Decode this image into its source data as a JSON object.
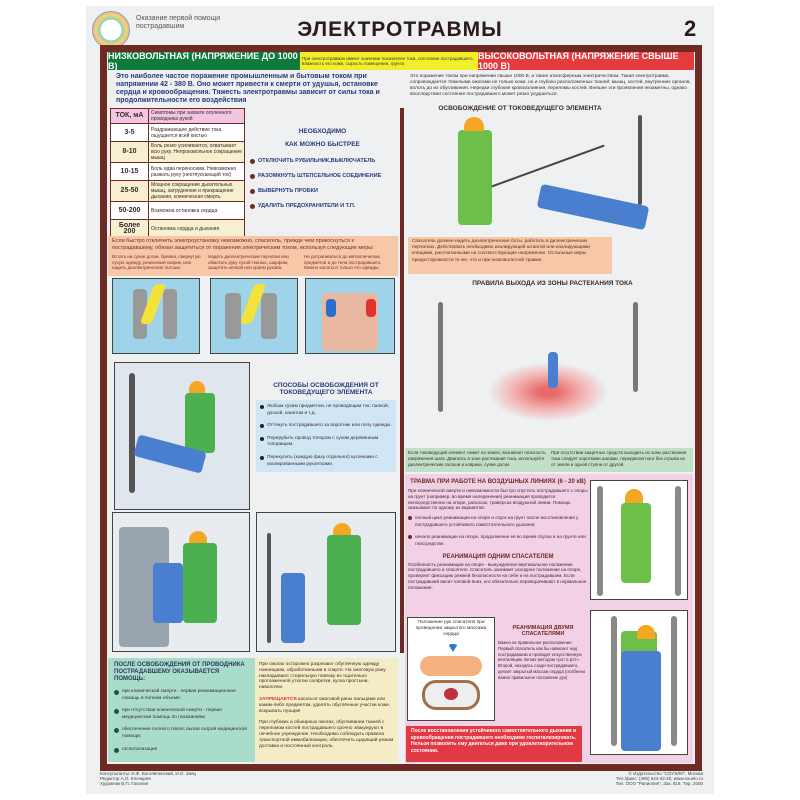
{
  "header": {
    "subtitle": "Оказание первой помощи пострадавшим",
    "title": "ЭЛЕКТРОТРАВМЫ",
    "page_number": "2"
  },
  "bands": {
    "low": "НИЗКОВОЛЬТНАЯ (НАПРЯЖЕНИЕ ДО 1000 В)",
    "note": "При электротравмах имеют значение показатели тока, состояние пострадавшего, влажность его кожи, сырость помещения, грунта",
    "high": "ВЫСОКОВОЛЬТНАЯ (НАПРЯЖЕНИЕ СВЫШЕ 1000 В)"
  },
  "low": {
    "intro": "Это наиболее частое поражение промышленным и бытовым током при напряжении 42 - 380 В. Оно может привести к смерти от удушья, остановке сердца и кровообращения. Тяжесть электротравмы зависит от силы тока и продолжительности его воздействия",
    "table": {
      "headers": [
        "ТОК, мА",
        "Симптомы при захвате оголенного проводника рукой"
      ],
      "rows": [
        [
          "3-5",
          "Раздражающее действие тока ощущается всей кистью"
        ],
        [
          "8-10",
          "Боль резко усиливается, охватывает всю руку. Непроизвольное сокращение мышц"
        ],
        [
          "10-15",
          "Боль едва переносима. Невозможно разжать руку (неотпускающий ток)"
        ],
        [
          "25-50",
          "Мощное сокращение дыхательных мышц, затруднение и прекращение дыхания, клиническая смерть"
        ],
        [
          "50-200",
          "Возможна остановка сердца"
        ],
        [
          "Более 200",
          "Остановка сердца и дыхания"
        ]
      ]
    },
    "urgent": {
      "title1": "НЕОБХОДИМО",
      "title2": "КАК МОЖНО БЫСТРЕЕ",
      "items": [
        "ОТКЛЮЧИТЬ РУБИЛЬНИК,ВЫКЛЮЧАТЕЛЬ",
        "РАЗОМКНУТЬ ШТЕПСЕЛЬНОЕ СОЕДИНЕНИЕ",
        "ВЫВЕРНУТЬ ПРОБКИ",
        "УДАЛИТЬ ПРЕДОХРАНИТЕЛИ И Т.П."
      ]
    },
    "protect": {
      "intro": "Если быстро отключить электроустановку невозможно, спасатель, прежде чем прикоснуться к пострадавшему, обязан защититься от поражения электрическим током, используя следующие меры:",
      "items": [
        "Встать на сухие доски, бревна, свернутую сухую одежду, резиновый коврик, или надеть диэлектрические галоши.",
        "Надеть диэлектрические перчатки или обмотать руку сухой тканью, шарфом, защитить кепкой или краем рукава.",
        "Не дотрагиваться до металлических предметов и до тела пострадавшего. Можно касаться только его одежды."
      ]
    },
    "methods": {
      "title": "СПОСОБЫ ОСВОБОЖДЕНИЯ ОТ ТОКОВЕДУЩЕГО ЭЛЕМЕНТА",
      "items": [
        "Любым сухим предметом, не проводящим ток: палкой, доской, канатом и т.д.",
        "Оттянуть пострадавшего за воротник или полу одежды.",
        "Перерубить провод топором с сухим деревянным топорищем.",
        "Перекусить (каждую фазу отдельно!) кусачками с изолированными рукоятками."
      ]
    },
    "after": {
      "title": "ПОСЛЕ ОСВОБОЖДЕНИЯ ОТ ПРОВОДНИКА ПОСТРАДАВШЕМУ ОКАЗЫВАЕТСЯ ПОМОЩЬ:",
      "items": [
        "при клинической смерти - первая реанимационная помощь в полном объеме;",
        "при отсутствии клинической смерти - первая медицинская помощь по показаниям;",
        "обеспечение полного покоя; вызов скорой медицинской помощи;",
        "госпитализация"
      ]
    },
    "burns": {
      "p1": "При ожогах осторожно разрезают обуглённую одежду ножницами, обработанными в спирте. На ожоговую рану накладывают стерильную повязку из тщательно проглаженной утюгом салфетки, куска простыни, наволочки.",
      "forbidden": "ЗАПРЕЩАЕТСЯ",
      "p2": "касаться ожоговой раны пальцами или каким-либо предметом, удалять обуглённые участки кожи, вскрывать пузыри!",
      "p3": "При глубоких и обширных ожогах, обугливании тканей с переломом костей пострадавшего срочно эвакуируют в лечебное учреждение. Необходимо соблюдать правила транспортной иммобилизации, обеспечить щадящий режим доставки и постоянный контроль."
    }
  },
  "high": {
    "intro": "Это поражение током при напряжении свыше 1000 В, а также атмосферным электричеством. Такая электротравма сопровождается тяжелыми ожогами не только кожи, но и глубоко расположенных тканей: мышц, костей, внутренних органов, вплоть до их обугливания. Нередки глубокие кровоизлияния, переломы костей. Внешне эти проявления незаметны, однако впоследствии состояние пострадавшего может резко ухудшиться",
    "release_title": "ОСВОБОЖДЕНИЕ ОТ ТОКОВЕДУЩЕГО ЭЛЕМЕНТА",
    "release_text": "Спасатель должен надеть диэлектрические боты, работать в диэлектрических перчатках. Действовать необходимо изолирующей штангой или изолирующими клещами, рассчитанными на соответствующее напряжение. Остальные меры предосторожности те же, что и при низковольтной травме.",
    "zone_title": "ПРАВИЛА ВЫХОДА ИЗ ЗОНЫ РАСТЕКАНИЯ ТОКА",
    "zone_left": "Если токоведущий элемент лежит на земле, возникает опасность напряжения шага. Двигаясь в зоне растекания тока, используйте диэлектрические галоши и коврики, сухие доски.",
    "zone_right": "При отсутствии защитных средств выходить из зоны растекания тока следует короткими шагами, передвигая ноги без отрыва их от земли и одной ступни от другой.",
    "air_title": "ТРАВМА ПРИ РАБОТЕ НА ВОЗДУШНЫХ ЛИНИЯХ (6 - 20 кВ)",
    "air_text": "При клинической смерти и невозможности быстро спустить пострадавшего с опоры на грунт (например, во время наледенения) реанимация проводится непосредственно на опоре, раскосах, траверсах воздушной линии. Помощь оказывают по одному из вариантов:",
    "air_items": [
      "полный цикл реанимации на опоре и спуск на грунт после восстановления у пострадавшего устойчивого самостоятельного дыхания;",
      "начало реанимации на опоре, продолжение ее во время спуска и на грунте или глиссредстве."
    ],
    "one_title": "РЕАНИМАЦИЯ ОДНИМ СПАСАТЕЛЕМ",
    "one_text": "Особенность реанимации на опоре - вынужденное вертикальное положение пострадавшего и спасателя. Спасатель занимает исходное положение на опоре, проверяет фиксацию ремней безопасности на себе и на пострадавшем. Если пострадавший висит головой вниз, его обязательно переворачивают в нормальное положение.",
    "hands_caption": "Положение рук спасателя при проведении закрытого массажа сердца",
    "two_title": "РЕАНИМАЦИЯ ДВУМЯ СПАСАТЕЛЯМИ",
    "two_text": "Важно их правильное расположение. Первый спасатель как бы нависает над пострадавшим и проводит искусственную вентиляцию легких методом «рот в рот». Второй, находясь сзади пострадавшего, делает закрытый массаж сердца (особенно важно правильное положение рук)",
    "warning": "После восстановления устойчивого самостоятельного дыхания и кровообращения пострадавшего необходимо госпитализировать. Нельзя позволять ему двигаться даже при удовлетворительном состоянии."
  },
  "footer": {
    "credits": [
      "Консультанты: И.Ф. Богоявленский, И.О. Заяц",
      "Редактор А.О. Клочарев",
      "Художник В.П. Гасилин"
    ],
    "publisher": [
      "© Издательство \"СОУЭЛО\", Москва",
      "Тел./факс: (495) 544-42-20, www.souelo.ru",
      "Тип. ООО \"Рапиопия\", Зак. 816. Тир. 2000"
    ]
  }
}
